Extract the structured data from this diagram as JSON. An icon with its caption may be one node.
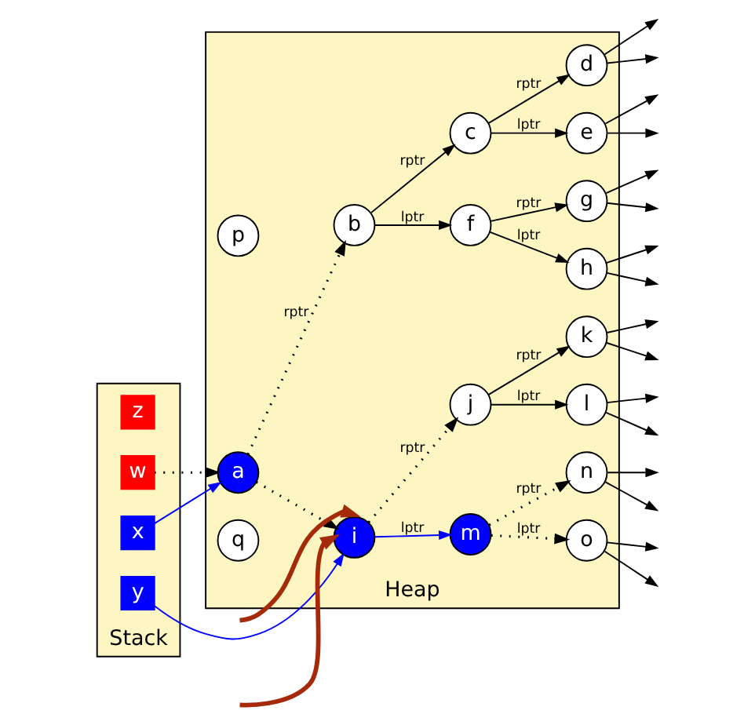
{
  "diagram": {
    "nodes": [
      {
        "text": [
          "Stack"
        ]
      },
      {
        "text": [
          "Heap"
        ]
      },
      {
        "text": [
          "z"
        ],
        "in": 0
      },
      {
        "text": [
          "x"
        ],
        "in": 0
      },
      {
        "text": [
          "w"
        ],
        "in": 0
      },
      {
        "text": [
          "y"
        ],
        "in": 0
      },
      {
        "text": [
          "p"
        ],
        "in": 1
      },
      {
        "text": [
          "a"
        ],
        "in": 1
      },
      {
        "text": [
          "b"
        ],
        "in": 1
      },
      {
        "text": [
          "c"
        ],
        "in": 1
      },
      {
        "text": [
          "d"
        ],
        "in": 1
      },
      {
        "text": [
          "e"
        ],
        "in": 1
      },
      {
        "text": [
          "f"
        ],
        "in": 1
      },
      {
        "text": [
          "g"
        ],
        "in": 1
      },
      {
        "text": [
          "h"
        ],
        "in": 1
      },
      {
        "text": [
          "i"
        ],
        "in": 1
      },
      {
        "text": [
          "j"
        ],
        "in": 1
      },
      {
        "text": [
          "k"
        ],
        "in": 1
      },
      {
        "text": [
          "l"
        ],
        "in": 1
      },
      {
        "text": [
          "m"
        ],
        "in": 1
      },
      {
        "text": [
          "n"
        ],
        "in": 1
      },
      {
        "text": [
          "o"
        ],
        "in": 1
      },
      {
        "text": [
          "q"
        ],
        "in": 1
      }
    ],
    "edges": [
      {
        "from": 3,
        "to": 7,
        "arrow": "to",
        "color": "#0000ff"
      },
      {
        "from": 4,
        "to": 7,
        "arrow": "to",
        "style": "dashed"
      },
      {
        "from": 5,
        "to": 15,
        "arrow": "to",
        "color": "#0000ff"
      },
      {
        "from": 7,
        "to": 8,
        "arrow": "to",
        "label": "rptr",
        "style": "dashed"
      },
      {
        "from": 7,
        "to": 15,
        "arrow": "to",
        "style": "dashed"
      },
      {
        "from": 8,
        "to": 9,
        "arrow": "to",
        "label": "rptr"
      },
      {
        "from": 8,
        "to": 12,
        "arrow": "to",
        "label": "lptr"
      },
      {
        "from": 9,
        "to": 10,
        "arrow": "to",
        "label": "rptr"
      },
      {
        "from": 9,
        "to": 11,
        "arrow": "to",
        "label": "lptr"
      },
      {
        "from": 12,
        "to": 13,
        "arrow": "to",
        "label": "rptr"
      },
      {
        "from": 12,
        "to": 14,
        "arrow": "to",
        "label": "lptr"
      },
      {
        "from": 15,
        "to": 16,
        "arrow": "to",
        "label": "rptr",
        "style": "dashed"
      },
      {
        "from": 15,
        "to": 19,
        "arrow": "to",
        "label": "lptr",
        "color": "#0000ff"
      },
      {
        "from": 16,
        "to": 17,
        "arrow": "to",
        "label": "rptr"
      },
      {
        "from": 16,
        "to": 18,
        "arrow": "to",
        "label": "lptr"
      },
      {
        "from": 19,
        "to": 20,
        "arrow": "to",
        "label": "rptr",
        "style": "dashed"
      },
      {
        "from": 19,
        "to": 21,
        "arrow": "to",
        "label": "lptr",
        "style": "dashed"
      },
      {
        "from": null,
        "to": 15,
        "arrow": "to",
        "style": "thick",
        "color": "#a52a0a"
      },
      {
        "from": null,
        "to": 15,
        "arrow": "to",
        "style": "thick",
        "color": "#a52a0a"
      },
      {
        "from": 10,
        "to": null,
        "arrow": "to"
      },
      {
        "from": 10,
        "to": null,
        "arrow": "to"
      },
      {
        "from": 11,
        "to": null,
        "arrow": "to"
      },
      {
        "from": 11,
        "to": null,
        "arrow": "to"
      },
      {
        "from": 13,
        "to": null,
        "arrow": "to"
      },
      {
        "from": 13,
        "to": null,
        "arrow": "to"
      },
      {
        "from": 14,
        "to": null,
        "arrow": "to"
      },
      {
        "from": 14,
        "to": null,
        "arrow": "to"
      },
      {
        "from": 17,
        "to": null,
        "arrow": "to"
      },
      {
        "from": 17,
        "to": null,
        "arrow": "to"
      },
      {
        "from": 18,
        "to": null,
        "arrow": "to"
      },
      {
        "from": 18,
        "to": null,
        "arrow": "to"
      },
      {
        "from": 20,
        "to": null,
        "arrow": "to"
      },
      {
        "from": 20,
        "to": null,
        "arrow": "to"
      },
      {
        "from": 21,
        "to": null,
        "arrow": "to"
      },
      {
        "from": 21,
        "to": null,
        "arrow": "to"
      }
    ]
  }
}
